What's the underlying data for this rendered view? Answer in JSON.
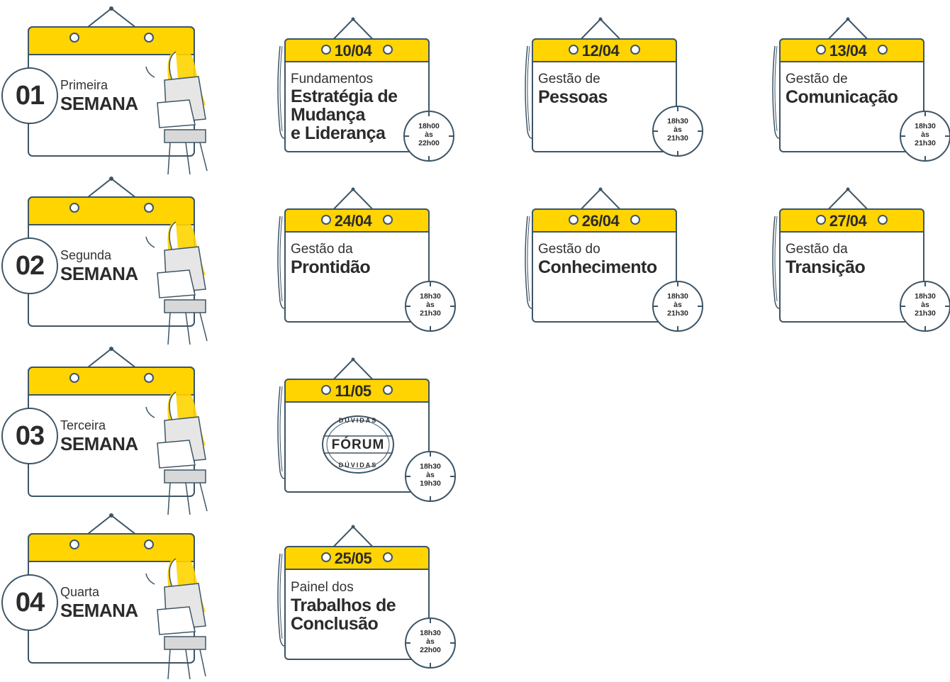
{
  "weeks": [
    {
      "num": "01",
      "label": "Primeira",
      "semana": "SEMANA"
    },
    {
      "num": "02",
      "label": "Segunda",
      "semana": "SEMANA"
    },
    {
      "num": "03",
      "label": "Terceira",
      "semana": "SEMANA"
    },
    {
      "num": "04",
      "label": "Quarta",
      "semana": "SEMANA"
    }
  ],
  "sessions": [
    {
      "date": "10/04",
      "sub": "Fundamentos",
      "title": "Estratégia de\nMudança\ne Liderança",
      "t1": "18h00",
      "t2": "às",
      "t3": "22h00"
    },
    {
      "date": "12/04",
      "sub": "Gestão de",
      "title": "Pessoas",
      "t1": "18h30",
      "t2": "às",
      "t3": "21h30"
    },
    {
      "date": "13/04",
      "sub": "Gestão de",
      "title": "Comunicação",
      "t1": "18h30",
      "t2": "às",
      "t3": "21h30"
    },
    {
      "date": "24/04",
      "sub": "Gestão da",
      "title": "Prontidão",
      "t1": "18h30",
      "t2": "às",
      "t3": "21h30"
    },
    {
      "date": "26/04",
      "sub": "Gestão do",
      "title": "Conhecimento",
      "t1": "18h30",
      "t2": "às",
      "t3": "21h30"
    },
    {
      "date": "27/04",
      "sub": "Gestão da",
      "title": "Transição",
      "t1": "18h30",
      "t2": "às",
      "t3": "21h30"
    },
    {
      "date": "11/05",
      "forum_top": "DÚVIDAS",
      "forum_main": "FÓRUM",
      "forum_bottom": "DÚVIDAS",
      "t1": "18h30",
      "t2": "às",
      "t3": "19h30"
    },
    {
      "date": "25/05",
      "sub": "Painel dos",
      "title": "Trabalhos de\nConclusão",
      "t1": "18h30",
      "t2": "às",
      "t3": "22h00"
    }
  ],
  "colors": {
    "yellow": "#ffd400",
    "line": "#3e5566",
    "text": "#2b2b2b"
  }
}
